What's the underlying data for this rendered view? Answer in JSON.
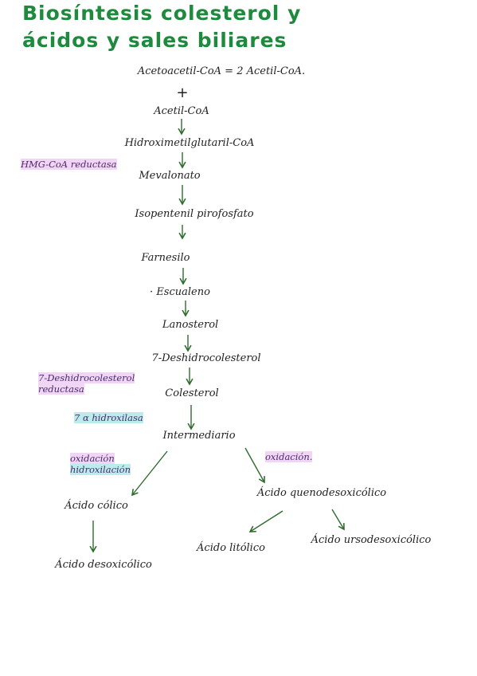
{
  "title": {
    "line1": "Biosíntesis colesterol y",
    "line2": "ácidos y sales biliares"
  },
  "pathway": {
    "acetoacetil": "Acetoacetil-CoA = 2 Acetil-CoA.",
    "plus": "+",
    "acetil": "Acetil-CoA",
    "hmg": "Hidroximetilglutaril-CoA",
    "mevalonato": "Mevalonato",
    "isopentenil": "Isopentenil pirofosfato",
    "farnesilo": "Farnesilo",
    "escualeno": "· Escualeno",
    "lanosterol": "Lanosterol",
    "dehidro": "7-Deshidrocolesterol",
    "colesterol": "Colesterol",
    "intermediario": "Intermediario",
    "colico": "Ácido cólico",
    "quenodesoxicolico": "Ácido quenodesoxicólico",
    "desoxicolico": "Ácido desoxicólico",
    "litolico": "Ácido litólico",
    "ursodesoxicolico": "Ácido ursodesoxicólico"
  },
  "enzymes": {
    "hmg_reductasa": "HMG-CoA reductasa",
    "dehidro_reductasa_1": "7-Deshidrocolesterol",
    "dehidro_reductasa_2": "reductasa",
    "hidroxilasa": "7 α hidroxilasa",
    "oxidacion_1": "oxidación",
    "oxidacion_2": "hidroxilación",
    "oxidacion_right": "oxidación."
  },
  "colors": {
    "title": "#1f8a3e",
    "arrow": "#2e6b2e",
    "highlight_pink": "#ebc8f0",
    "highlight_cyan": "#aae6e6",
    "highlight_green": "#beebc8"
  }
}
